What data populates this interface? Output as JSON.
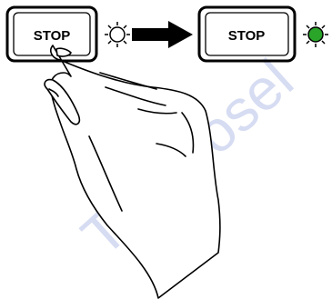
{
  "buttons": {
    "before_label": "STOP",
    "after_label": "STOP"
  },
  "indicators": {
    "before_state": "off",
    "after_state": "on",
    "before_color": "#ffffff",
    "after_color": "#2aa52a"
  },
  "transition_icon": "right-arrow-icon",
  "watermark_text": "Tto orosel",
  "colors": {
    "stroke": "#000000",
    "watermark": "#d6dcf2"
  }
}
